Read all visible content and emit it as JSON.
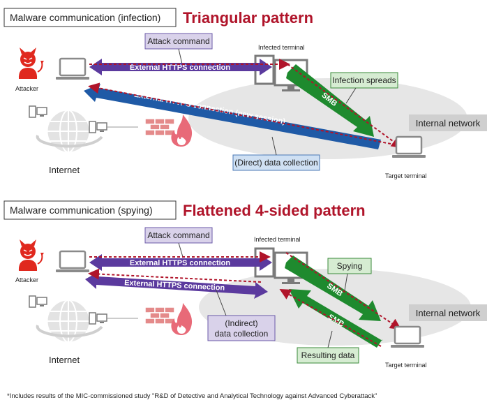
{
  "top": {
    "heading": "Malware communication (infection)",
    "pattern": "Triangular pattern",
    "attack_command": "Attack command",
    "infected_terminal": "Infected terminal",
    "attacker": "Attacker",
    "https_connection": "External HTTPS connection",
    "https_new_session": "External HTTPS connection (new session)",
    "infection_spreads": "Infection spreads",
    "smb": "SMB",
    "internal_network": "Internal network",
    "internet": "Internet",
    "data_collection": "(Direct) data collection",
    "target_terminal": "Target terminal"
  },
  "bottom": {
    "heading": "Malware communication (spying)",
    "pattern": "Flattened 4-sided pattern",
    "attack_command": "Attack command",
    "infected_terminal": "Infected terminal",
    "attacker": "Attacker",
    "https_connection_1": "External HTTPS connection",
    "https_connection_2": "External HTTPS connection",
    "spying": "Spying",
    "smb_1": "SMB",
    "smb_2": "SMB",
    "internal_network": "Internal network",
    "internet": "Internet",
    "data_collection_line1": "(Indirect)",
    "data_collection_line2": "data collection",
    "resulting_data": "Resulting data",
    "target_terminal": "Target terminal"
  },
  "footnote": "*Includes results of the MIC-commissioned study \"R&D of Detective and Analytical Technology against Advanced Cyberattack\"",
  "colors": {
    "accent_red": "#b0142a",
    "purple": "#5b3a9e",
    "blue": "#1f5aa6",
    "green": "#1e8a2e",
    "label_purple_bg": "#d9d2ea",
    "label_blue_bg": "#cfe0f3",
    "label_green_bg": "#d6ecd2",
    "network_ellipse": "#e6e6e6"
  }
}
